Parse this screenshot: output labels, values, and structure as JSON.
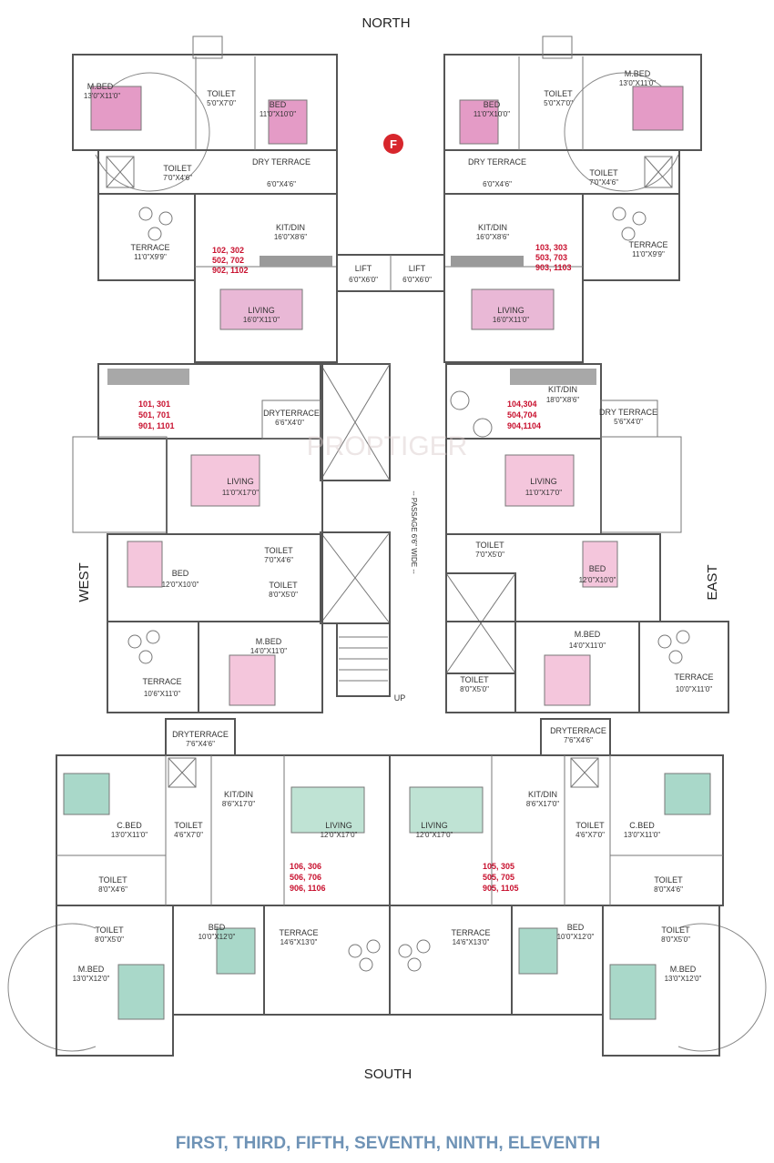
{
  "compass": {
    "north": "NORTH",
    "south": "SOUTH",
    "east": "EAST",
    "west": "WEST"
  },
  "floor_marker": "F",
  "watermark": "PROPTIGER",
  "footer": "FIRST, THIRD, FIFTH, SEVENTH, NINTH, ELEVENTH",
  "core": {
    "lift_left": {
      "name": "LIFT",
      "dim": "6'0\"X6'0\""
    },
    "lift_right": {
      "name": "LIFT",
      "dim": "6'0\"X6'0\""
    },
    "passage": "-- PASSAGE 6'6\" WIDE --",
    "stair_up": "UP"
  },
  "units": {
    "nw": {
      "numbers": [
        "102, 302",
        "502, 702",
        "902, 1102"
      ],
      "rooms": [
        {
          "name": "M.BED",
          "dim": "13'0\"X11'0\""
        },
        {
          "name": "TOILET",
          "dim": "5'0\"X7'0\""
        },
        {
          "name": "BED",
          "dim": "11'0\"X10'0\""
        },
        {
          "name": "TOILET",
          "dim": "7'0\"X4'6\""
        },
        {
          "name": "DRY TERRACE",
          "dim": "6'0\"X4'6\""
        },
        {
          "name": "KIT/DIN",
          "dim": "16'0\"X8'6\""
        },
        {
          "name": "TERRACE",
          "dim": "11'0\"X9'9\""
        },
        {
          "name": "LIVING",
          "dim": "16'0\"X11'0\""
        }
      ]
    },
    "ne": {
      "numbers": [
        "103, 303",
        "503, 703",
        "903, 1103"
      ],
      "rooms": [
        {
          "name": "BED",
          "dim": "11'0\"X10'0\""
        },
        {
          "name": "TOILET",
          "dim": "5'0\"X7'0\""
        },
        {
          "name": "M.BED",
          "dim": "13'0\"X11'0\""
        },
        {
          "name": "DRY TERRACE",
          "dim": "6'0\"X4'6\""
        },
        {
          "name": "TOILET",
          "dim": "7'0\"X4'6\""
        },
        {
          "name": "KIT/DIN",
          "dim": "16'0\"X8'6\""
        },
        {
          "name": "TERRACE",
          "dim": "11'0\"X9'9\""
        },
        {
          "name": "LIVING",
          "dim": "16'0\"X11'0\""
        }
      ]
    },
    "w": {
      "numbers": [
        "101, 301",
        "501, 701",
        "901, 1101"
      ],
      "rooms": [
        {
          "name": "DRYTERRACE",
          "dim": "6'6\"X4'0\""
        },
        {
          "name": "LIVING",
          "dim": "11'0\"X17'0\""
        },
        {
          "name": "TOILET",
          "dim": "7'0\"X4'6\""
        },
        {
          "name": "BED",
          "dim": "12'0\"X10'0\""
        },
        {
          "name": "TOILET",
          "dim": "8'0\"X5'0\""
        },
        {
          "name": "M.BED",
          "dim": "14'0\"X11'0\""
        },
        {
          "name": "TERRACE",
          "dim": "10'6\"X11'0\""
        }
      ]
    },
    "e": {
      "numbers": [
        "104,304",
        "504,704",
        "904,1104"
      ],
      "rooms": [
        {
          "name": "KIT/DIN",
          "dim": "18'0\"X8'6\""
        },
        {
          "name": "DRY TERRACE",
          "dim": "5'6\"X4'0\""
        },
        {
          "name": "LIVING",
          "dim": "11'0\"X17'0\""
        },
        {
          "name": "TOILET",
          "dim": "7'0\"X5'0\""
        },
        {
          "name": "BED",
          "dim": "12'0\"X10'0\""
        },
        {
          "name": "M.BED",
          "dim": "14'0\"X11'0\""
        },
        {
          "name": "TOILET",
          "dim": "8'0\"X5'0\""
        },
        {
          "name": "TERRACE",
          "dim": "10'0\"X11'0\""
        }
      ]
    },
    "sw": {
      "numbers": [
        "106, 306",
        "506, 706",
        "906, 1106"
      ],
      "rooms": [
        {
          "name": "DRYTERRACE",
          "dim": "7'6\"X4'6\""
        },
        {
          "name": "KIT/DIN",
          "dim": "8'6\"X17'0\""
        },
        {
          "name": "LIVING",
          "dim": "12'0\"X17'0\""
        },
        {
          "name": "C.BED",
          "dim": "13'0\"X11'0\""
        },
        {
          "name": "TOILET",
          "dim": "4'6\"X7'0\""
        },
        {
          "name": "TOILET",
          "dim": "8'0\"X4'6\""
        },
        {
          "name": "TOILET",
          "dim": "8'0\"X5'0\""
        },
        {
          "name": "BED",
          "dim": "10'0\"X12'0\""
        },
        {
          "name": "TERRACE",
          "dim": "14'6\"X13'0\""
        },
        {
          "name": "M.BED",
          "dim": "13'0\"X12'0\""
        }
      ]
    },
    "se": {
      "numbers": [
        "105, 305",
        "505, 705",
        "905, 1105"
      ],
      "rooms": [
        {
          "name": "DRYTERRACE",
          "dim": "7'6\"X4'6\""
        },
        {
          "name": "KIT/DIN",
          "dim": "8'6\"X17'0\""
        },
        {
          "name": "LIVING",
          "dim": "12'0\"X17'0\""
        },
        {
          "name": "C.BED",
          "dim": "13'0\"X11'0\""
        },
        {
          "name": "TOILET",
          "dim": "4'6\"X7'0\""
        },
        {
          "name": "TOILET",
          "dim": "8'0\"X4'6\""
        },
        {
          "name": "TOILET",
          "dim": "8'0\"X5'0\""
        },
        {
          "name": "BED",
          "dim": "10'0\"X12'0\""
        },
        {
          "name": "TERRACE",
          "dim": "14'6\"X13'0\""
        },
        {
          "name": "M.BED",
          "dim": "13'0\"X12'0\""
        }
      ]
    }
  },
  "colors": {
    "pink_unit": "#f5cde6",
    "pink_terrace": "#f0a8d0",
    "peach_unit": "#f9e0c2",
    "peach_terrace": "#f6c79a",
    "blue_unit": "#d6eef2",
    "blue_terrace": "#c9e4f6",
    "unit_number": "#c8102e",
    "footer_text": "#6f93b6",
    "wall": "#555555"
  }
}
